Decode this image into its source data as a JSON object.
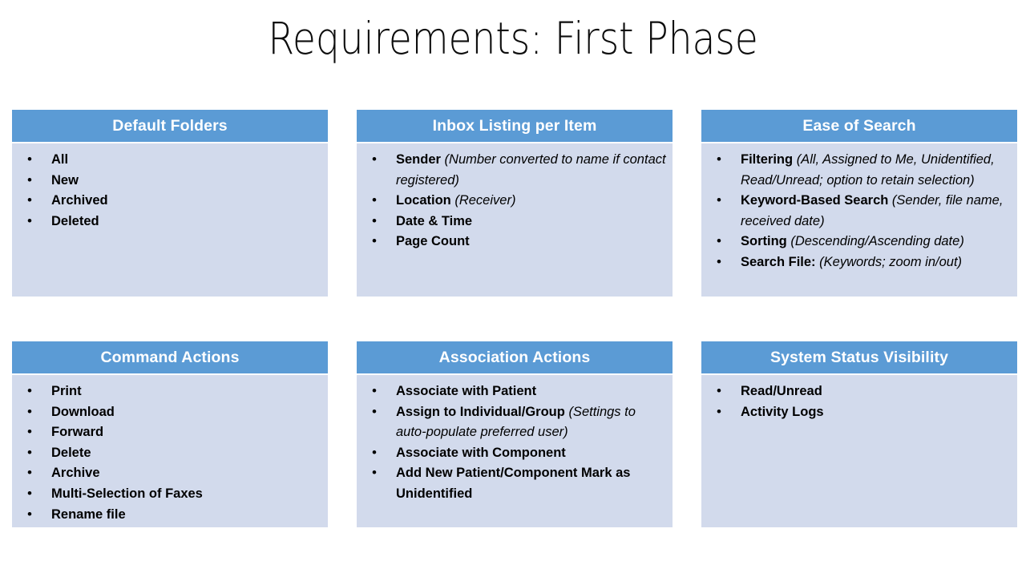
{
  "slide": {
    "title": "Requirements: First Phase",
    "colors": {
      "header_blue": "#5B9BD5",
      "body_blue": "#D2DAEC",
      "title_text": "#0D0D0D",
      "header_text": "#FFFFFF",
      "body_text": "#000000",
      "background": "#FFFFFF"
    }
  },
  "cards": [
    {
      "id": "default-folders",
      "title": "Default Folders",
      "items": [
        {
          "bold": "All",
          "italic": ""
        },
        {
          "bold": "New",
          "italic": ""
        },
        {
          "bold": "Archived",
          "italic": ""
        },
        {
          "bold": "Deleted",
          "italic": ""
        }
      ]
    },
    {
      "id": "inbox-listing-per-item",
      "title": "Inbox Listing per Item",
      "items": [
        {
          "bold": "Sender",
          "italic": "(Number converted to name if contact registered)"
        },
        {
          "bold": "Location",
          "italic": "(Receiver)"
        },
        {
          "bold": "Date & Time",
          "italic": ""
        },
        {
          "bold": "Page Count",
          "italic": ""
        }
      ]
    },
    {
      "id": "ease-of-search",
      "title": "Ease of Search",
      "items": [
        {
          "bold": "Filtering",
          "italic": "(All, Assigned to Me, Unidentified, Read/Unread; option to retain selection)"
        },
        {
          "bold": "Keyword-Based Search",
          "italic": "(Sender, file name, received date)"
        },
        {
          "bold": "Sorting",
          "italic": "(Descending/Ascending date)"
        },
        {
          "bold": "Search File:",
          "italic": "(Keywords; zoom in/out)"
        }
      ]
    },
    {
      "id": "command-actions",
      "title": "Command Actions",
      "items": [
        {
          "bold": "Print",
          "italic": ""
        },
        {
          "bold": "Download",
          "italic": ""
        },
        {
          "bold": "Forward",
          "italic": ""
        },
        {
          "bold": "Delete",
          "italic": ""
        },
        {
          "bold": "Archive",
          "italic": ""
        },
        {
          "bold": "Multi-Selection of Faxes",
          "italic": ""
        },
        {
          "bold": "Rename file",
          "italic": ""
        }
      ]
    },
    {
      "id": "association-actions",
      "title": "Association Actions",
      "items": [
        {
          "bold": "Associate with Patient",
          "italic": ""
        },
        {
          "bold": "Assign to Individual/Group",
          "italic": "(Settings to auto-populate preferred user)"
        },
        {
          "bold": "Associate with Component",
          "italic": ""
        },
        {
          "bold": "Add New Patient/Component Mark as Unidentified",
          "italic": ""
        }
      ]
    },
    {
      "id": "system-status-visibility",
      "title": "System Status Visibility",
      "items": [
        {
          "bold": "Read/Unread",
          "italic": ""
        },
        {
          "bold": "Activity Logs",
          "italic": ""
        }
      ]
    }
  ]
}
